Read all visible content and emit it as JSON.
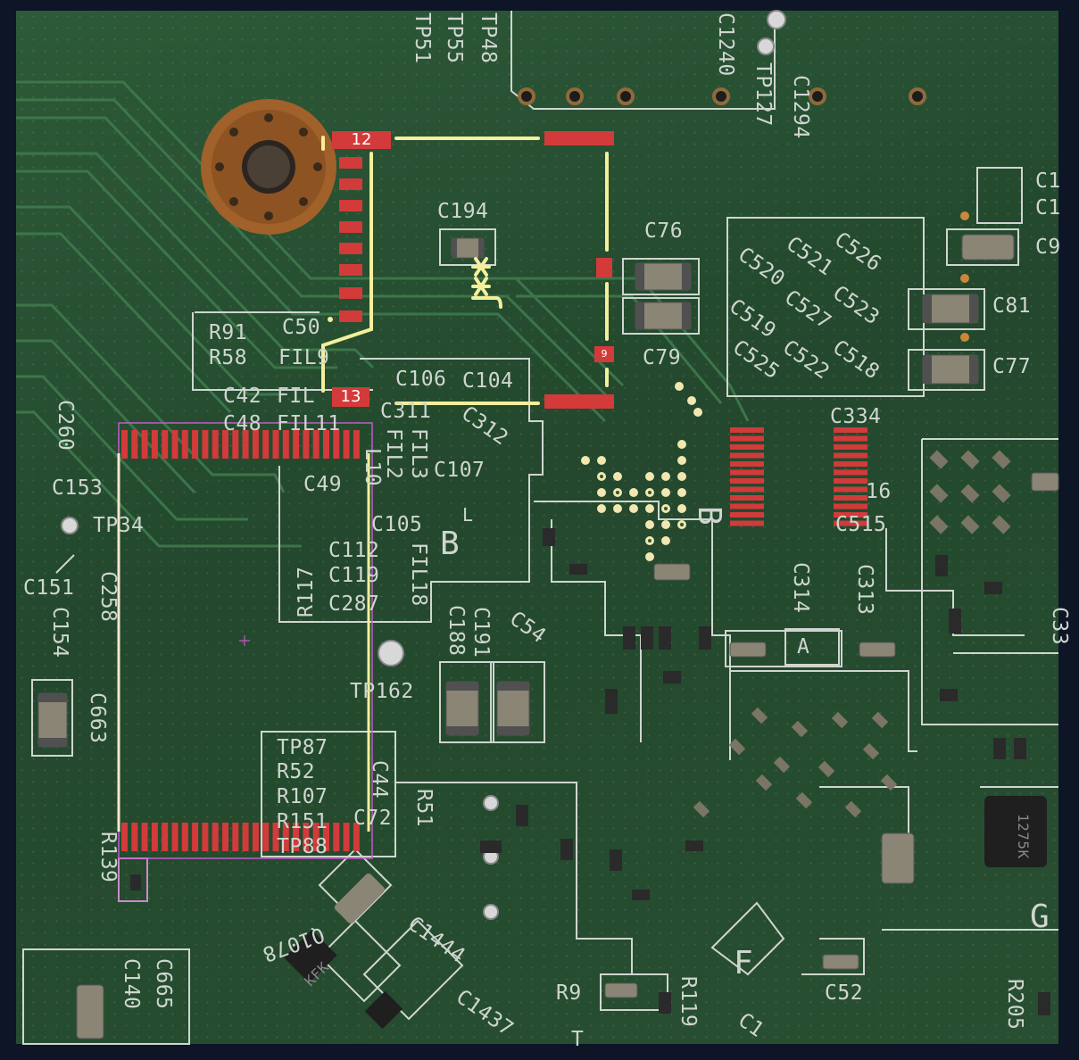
{
  "pads": {
    "pin_a": "12",
    "pin_b": "13",
    "pin_c": "9"
  },
  "silkscreen": {
    "tp51": "TP51",
    "tp55": "TP55",
    "tp48": "TP48",
    "c1240": "C1240",
    "tp127": "TP127",
    "c1294": "C1294",
    "c194": "C194",
    "c76": "C76",
    "c79": "C79",
    "c526": "C526",
    "c521": "C521",
    "c520": "C520",
    "c523": "C523",
    "c527": "C527",
    "c519": "C519",
    "c518": "C518",
    "c522": "C522",
    "c525": "C525",
    "c81": "C81",
    "c77": "C77",
    "c9": "C9",
    "c1a": "C1",
    "c1b": "C1",
    "r91": "R91",
    "r58": "R58",
    "c50": "C50",
    "fil9": "FIL9",
    "c42": "C42",
    "fil": "FIL",
    "c48": "C48",
    "fil11": "FIL11",
    "c106": "C106",
    "c104": "C104",
    "c311": "C311",
    "c312": "C312",
    "fil2": "FIL2",
    "fil3": "FIL3",
    "fil10": "L10",
    "c107": "C107",
    "c49": "C49",
    "c105": "C105",
    "c112": "C112",
    "c119": "C119",
    "c287": "C287",
    "r117": "R117",
    "fil18": "FIL18",
    "lb_small": "L",
    "lb_big": "B",
    "b_big": "B",
    "c334": "C334",
    "c16": "16",
    "c515": "C515",
    "c314": "C314",
    "c313": "C313",
    "a_mark": "A",
    "c33": "C33",
    "c260": "C260",
    "c153": "C153",
    "tp34": "TP34",
    "c151": "C151",
    "c258": "C258",
    "c154": "C154",
    "c663": "C663",
    "c188": "C188",
    "c191": "C191",
    "c54": "C54",
    "tp162": "TP162",
    "tp87": "TP87",
    "r52": "R52",
    "r107": "R107",
    "r151": "R151",
    "c44": "C44",
    "c72": "C72",
    "r51": "R51",
    "tp88": "TP88",
    "r139": "R139",
    "q1078": "Q1078",
    "c1444": "C1444",
    "c1437": "C1437",
    "c665": "C665",
    "c140": "C140",
    "r9": "R9",
    "r119": "R119",
    "f_mark": "F",
    "c52": "C52",
    "r205": "R205",
    "g_mark": "G",
    "c1a8": "C1",
    "t_mark": "T",
    "ic_mark": "1275K",
    "q_mark": "KFK"
  },
  "colors": {
    "pad": "#d33a3a",
    "courtyard": "#f3ef9a",
    "selection": "#c45bc9",
    "silk": "#cfd6cf"
  }
}
